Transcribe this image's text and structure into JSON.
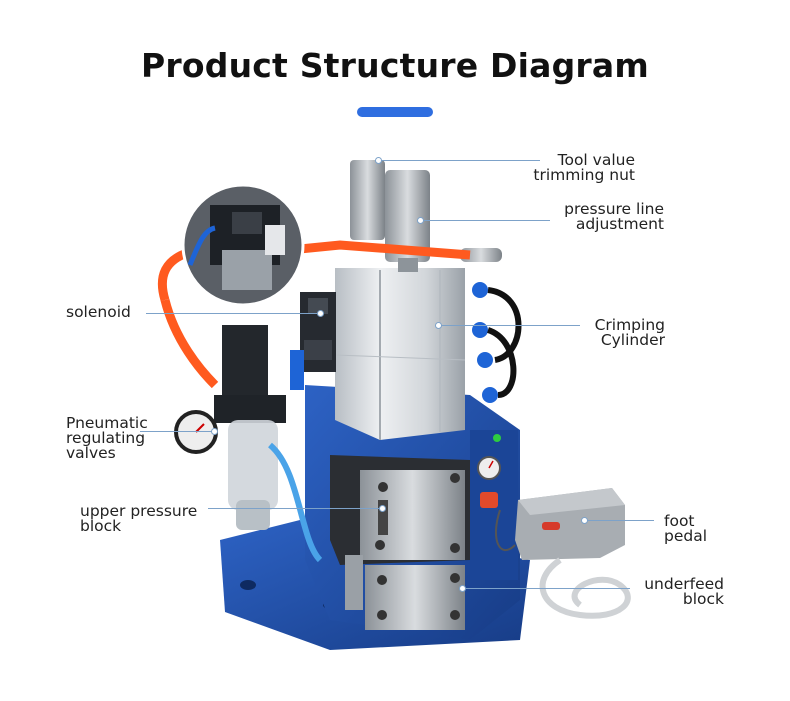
{
  "title": "Product Structure Diagram",
  "colors": {
    "accent": "#2f6ee0",
    "machine_blue": "#1f4fa8",
    "tube_orange": "#ff5a1f",
    "aluminum": "#d4d8db"
  },
  "labels": {
    "tool_value": [
      "Tool value",
      "trimming nut"
    ],
    "pressure_line": [
      "pressure line",
      "adjustment"
    ],
    "solenoid": [
      "solenoid"
    ],
    "crimping_cylinder": [
      "Crimping",
      "Cylinder"
    ],
    "pneumatic_valves": [
      "Pneumatic",
      "regulating",
      "valves"
    ],
    "upper_pressure_block": [
      "upper pressure",
      "block"
    ],
    "foot_pedal": [
      "foot",
      "pedal"
    ],
    "underfeed_block": [
      "underfeed",
      "block"
    ]
  }
}
